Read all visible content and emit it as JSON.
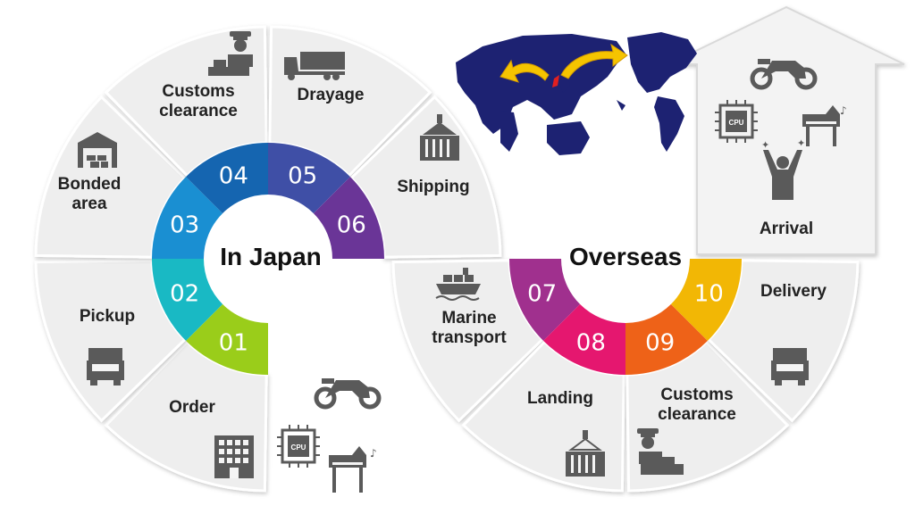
{
  "hubs": {
    "left": "In Japan",
    "right": "Overseas"
  },
  "steps": [
    {
      "num": "01",
      "label": [
        "Order"
      ],
      "color": "#9acd1a"
    },
    {
      "num": "02",
      "label": [
        "Pickup"
      ],
      "color": "#19b9c4"
    },
    {
      "num": "03",
      "label": [
        "Bonded",
        "area"
      ],
      "color": "#1a8fd2"
    },
    {
      "num": "04",
      "label": [
        "Customs",
        "clearance"
      ],
      "color": "#1565b0"
    },
    {
      "num": "05",
      "label": [
        "Drayage"
      ],
      "color": "#3f4fa6"
    },
    {
      "num": "06",
      "label": [
        "Shipping"
      ],
      "color": "#6a3597"
    },
    {
      "num": "07",
      "label": [
        "Marine",
        "transport"
      ],
      "color": "#a0308e"
    },
    {
      "num": "08",
      "label": [
        "Landing"
      ],
      "color": "#e5176f"
    },
    {
      "num": "09",
      "label": [
        "Customs",
        "clearance"
      ],
      "color": "#ee6218"
    },
    {
      "num": "10",
      "label": [
        "Delivery"
      ],
      "color": "#f2b705"
    }
  ],
  "arrival": {
    "label": "Arrival"
  },
  "icons": {
    "cpu_text": "CPU",
    "names": [
      "building-icon",
      "truck-icon",
      "warehouse-icon",
      "customs-officer-icon",
      "trailer-truck-icon",
      "crane-container-icon",
      "cargo-ship-icon",
      "crane-container-icon",
      "customs-officer-icon",
      "truck-icon",
      "motorcycle-icon",
      "cpu-icon",
      "piano-icon",
      "cheering-person-icon",
      "world-map-icon"
    ]
  },
  "colors": {
    "ring_bg": "#eeeeee",
    "map": "#1d2272",
    "arrow": "#f5c400"
  }
}
